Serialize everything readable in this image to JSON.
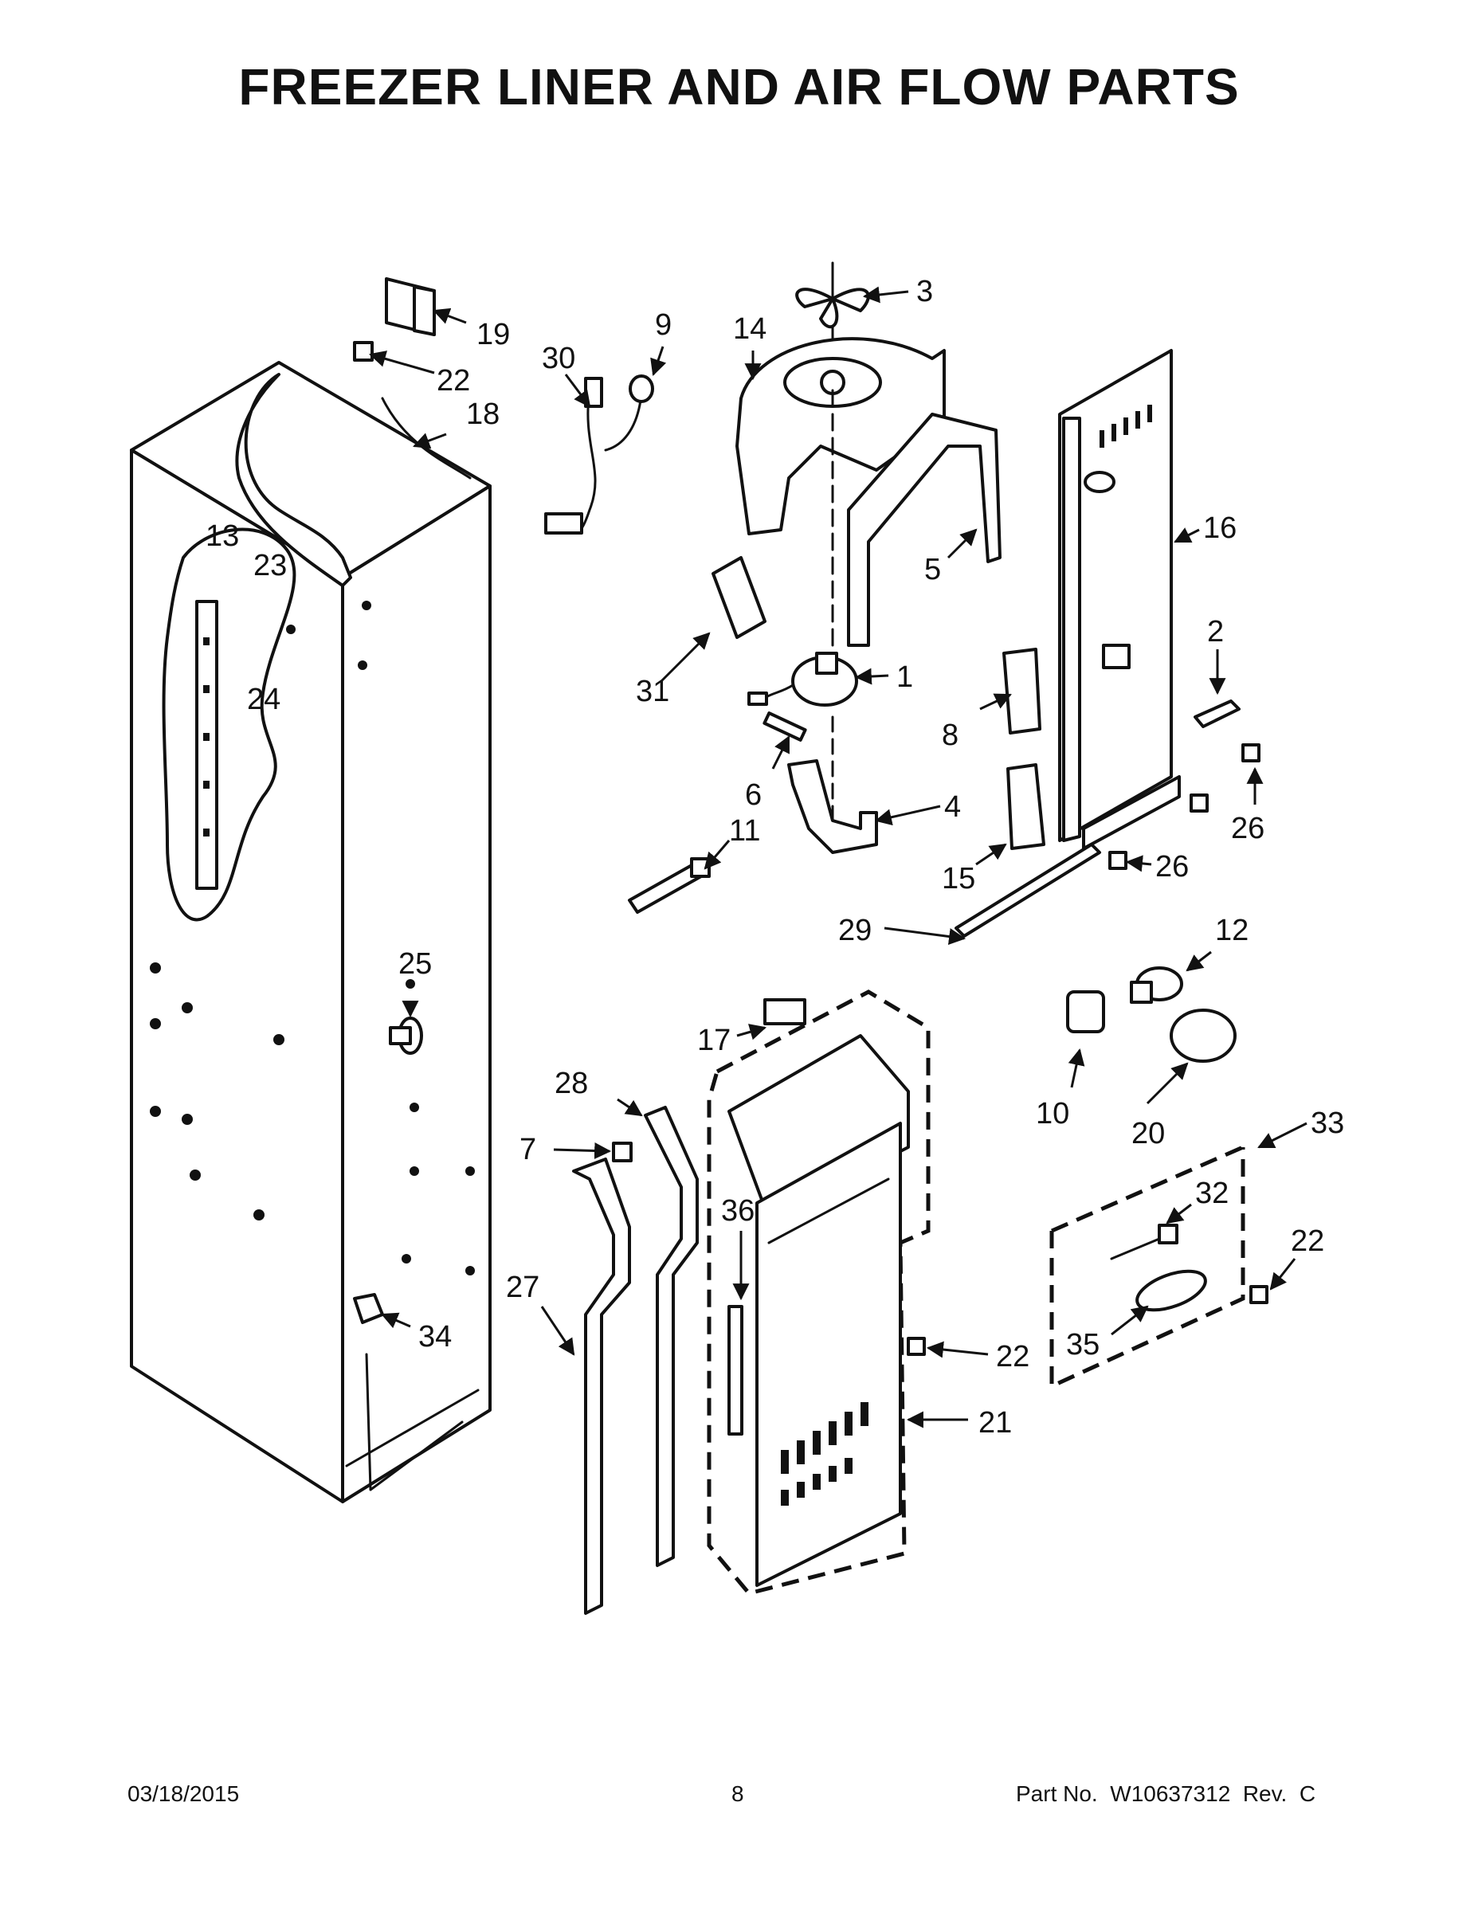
{
  "title": "FREEZER LINER AND AIR FLOW PARTS",
  "callouts": [
    "1",
    "2",
    "3",
    "4",
    "5",
    "6",
    "7",
    "8",
    "9",
    "10",
    "11",
    "12",
    "13",
    "14",
    "15",
    "16",
    "17",
    "18",
    "19",
    "20",
    "21",
    "22",
    "23",
    "24",
    "25",
    "26",
    "27",
    "28",
    "29",
    "30",
    "31",
    "32",
    "33",
    "34",
    "35",
    "36"
  ],
  "footer": {
    "date": "03/18/2015",
    "page": "8",
    "part_no": "Part No.  W10637312  Rev.  C"
  }
}
